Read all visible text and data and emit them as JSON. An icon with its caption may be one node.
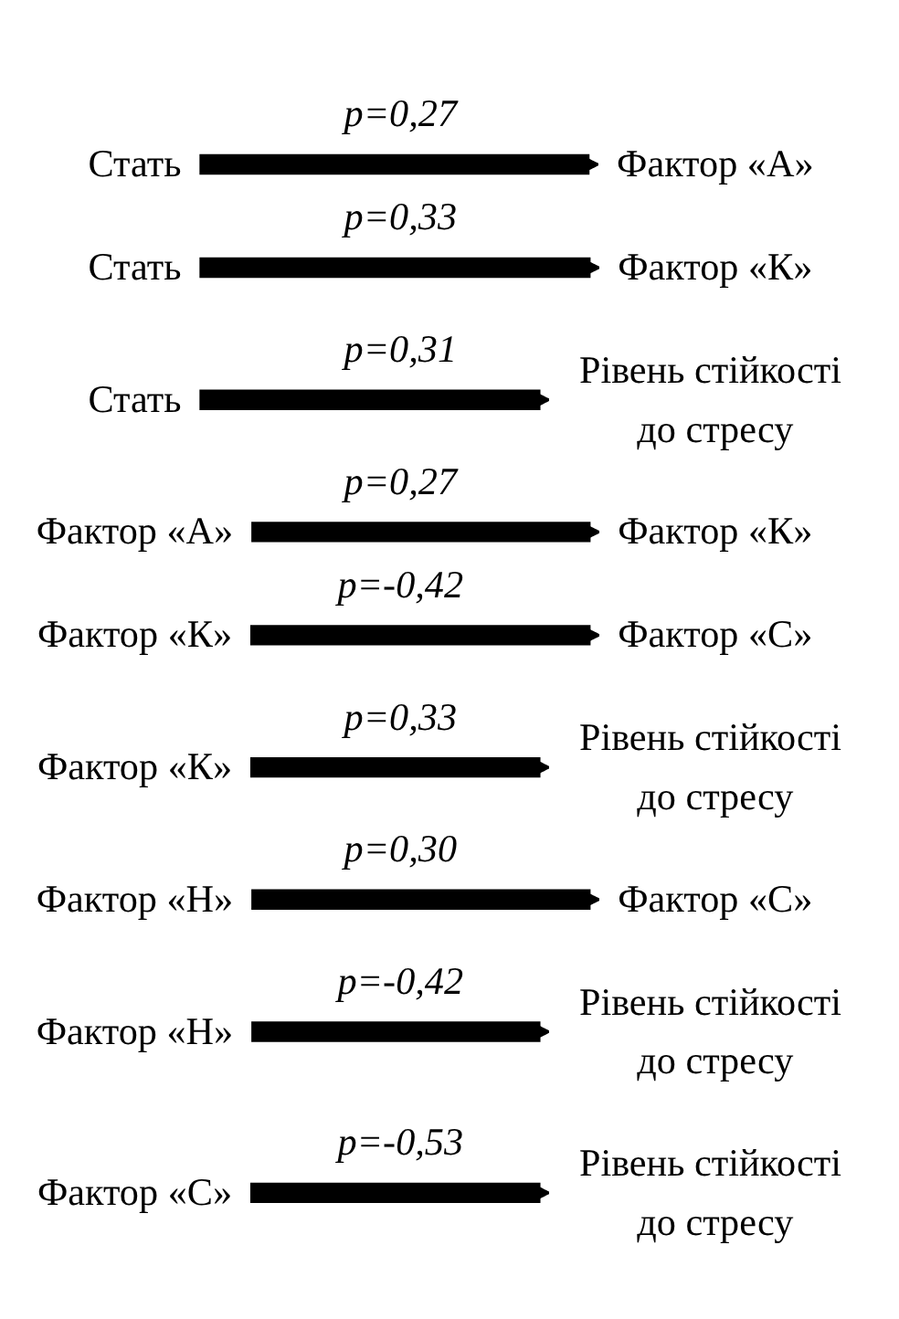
{
  "diagram": {
    "nodes": [
      {
        "text": [
          "Стать"
        ]
      },
      {
        "text": [
          "Фактор «А»"
        ]
      },
      {
        "text": [
          "Стать"
        ]
      },
      {
        "text": [
          "Фактор «К»"
        ]
      },
      {
        "text": [
          "Стать"
        ]
      },
      {
        "text": [
          "Рівень стійкості до стресу"
        ]
      },
      {
        "text": [
          "Фактор «А»"
        ]
      },
      {
        "text": [
          "Фактор «К»"
        ]
      },
      {
        "text": [
          "Фактор «К»"
        ]
      },
      {
        "text": [
          "Фактор «С»"
        ]
      },
      {
        "text": [
          "Фактор «К»"
        ]
      },
      {
        "text": [
          "Рівень стійкості до стресу"
        ]
      },
      {
        "text": [
          "Фактор «Н»"
        ]
      },
      {
        "text": [
          "Фактор «С»"
        ]
      },
      {
        "text": [
          "Фактор «Н»"
        ]
      },
      {
        "text": [
          "Рівень стійкості до стресу"
        ]
      },
      {
        "text": [
          "Фактор «С»"
        ]
      },
      {
        "text": [
          "Рівень стійкості до стресу"
        ]
      }
    ],
    "edges": [
      {
        "from": 0,
        "to": 1,
        "arrow": "to",
        "label": "p=0,27"
      },
      {
        "from": 2,
        "to": 3,
        "arrow": "to",
        "label": "p=0,33"
      },
      {
        "from": 4,
        "to": 5,
        "arrow": "to",
        "label": "p=0,31"
      },
      {
        "from": 6,
        "to": 7,
        "arrow": "to",
        "label": "p=0,27"
      },
      {
        "from": 8,
        "to": 9,
        "arrow": "to",
        "label": "p=-0,42"
      },
      {
        "from": 10,
        "to": 11,
        "arrow": "to",
        "label": "p=0,33"
      },
      {
        "from": 12,
        "to": 13,
        "arrow": "to",
        "label": "p=0,30"
      },
      {
        "from": 14,
        "to": 15,
        "arrow": "to",
        "label": "p=-0,42"
      },
      {
        "from": 16,
        "to": 17,
        "arrow": "to",
        "label": "p=-0,53"
      }
    ]
  }
}
